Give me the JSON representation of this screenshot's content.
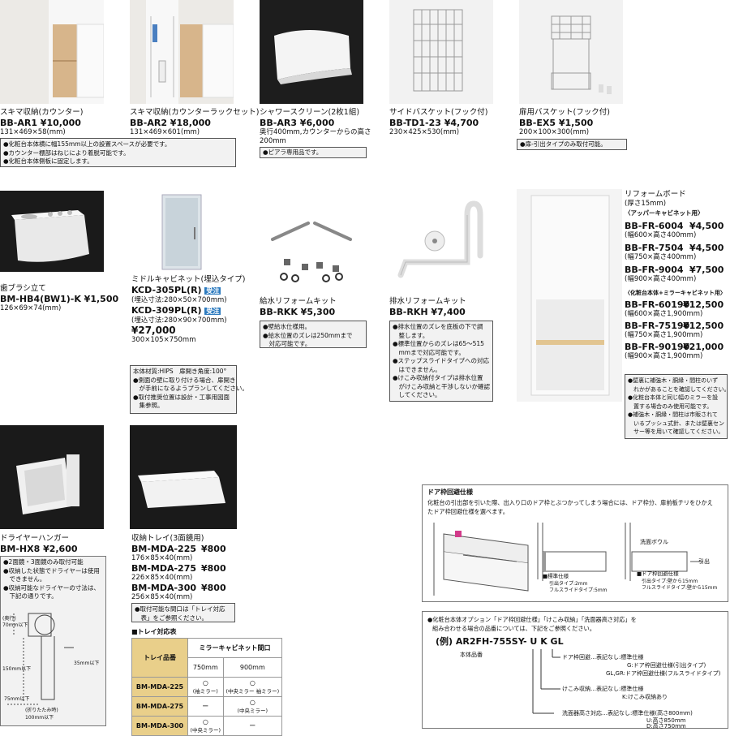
{
  "products_row1": [
    {
      "name": "スキマ収納(カウンター)",
      "code": "BB-AR1 ¥10,000",
      "dim": "131×469×58(mm)"
    },
    {
      "name": "スキマ収納(カウンターラックセット)",
      "code": "BB-AR2 ¥18,000",
      "dim": "131×469×601(mm)"
    },
    {
      "name": "シャワースクリーン(2枚1組)",
      "code": "BB-AR3 ¥6,000",
      "dim": "奥行400mm,カウンターからの高さ",
      "dim2": "200mm"
    },
    {
      "name": "サイドバスケット(フック付)",
      "code": "BB-TD1-23 ¥4,700",
      "dim": "230×425×530(mm)"
    },
    {
      "name": "扉用バスケット(フック付)",
      "code": "BB-EX5 ¥1,500",
      "dim": "200×100×300(mm)"
    }
  ],
  "notes_row1": {
    "ar": [
      "●化粧台本体横に幅155mm以上の設置スペースが必要です。",
      "●カウンター棚部はねじにより着脱可能です。",
      "●化粧台本体側板に固定します。"
    ],
    "ar3": "●ピアラ専用品です。",
    "ex5": "●扉-引出タイプのみ取付可能。"
  },
  "toothbrush": {
    "name": "歯ブラシ立て",
    "code": "BM-HB4(BW1)-K ¥1,500",
    "dim": "126×69×74(mm)"
  },
  "mirror_cab": {
    "name": "ミドルキャビネット(埋込タイプ)",
    "code1": "KCD-305PL(R)",
    "badge": "受注",
    "dim1": "(埋込寸法:280×50×700mm)",
    "code2": "KCD-309PL(R)",
    "dim2": "(埋込寸法:280×90×700mm)",
    "price": "¥27,000",
    "size": "300×105×750mm",
    "notes": [
      "本体材質:HIPS　扉開き角度:100°",
      "●側面の壁に取り付ける場合、扉開き",
      "　が手前になるようプランしてください。",
      "●取付推奨位置は設計・工事用図面",
      "　集参照。"
    ]
  },
  "supply_kit": {
    "name": "給水リフォームキット",
    "code": "BB-RKK ¥5,300",
    "notes": [
      "●壁給水仕様用。",
      "●給水位置のズレは250mmまで",
      "　対応可能です。"
    ]
  },
  "drain_kit": {
    "name": "排水リフォームキット",
    "code": "BB-RKH ¥7,400",
    "notes": [
      "●排水位置のズレを底板の下で調",
      "　整します。",
      "●標準位置からのズレは65～515",
      "　mmまで対応可能です。",
      "●ステップスライドタイプへの対応",
      "　はできません。",
      "●けこみ収納付タイプは排水位置",
      "　がけこみ収納と干渉しないか確認",
      "　してください。"
    ]
  },
  "reform_board": {
    "title": "リフォームボード",
    "thick": "(厚さ15mm)",
    "upper": "〈アッパーキャビネット用〉",
    "items_upper": [
      {
        "code": "BB-FR-6004",
        "price": "¥4,500",
        "dim": "(幅600×高さ400mm)"
      },
      {
        "code": "BB-FR-7504",
        "price": "¥4,500",
        "dim": "(幅750×高さ400mm)"
      },
      {
        "code": "BB-FR-9004",
        "price": "¥7,500",
        "dim": "(幅900×高さ400mm)"
      }
    ],
    "lower": "〈化粧台本体+ミラーキャビネット用〉",
    "items_lower": [
      {
        "code": "BB-FR-60190",
        "price": "¥12,500",
        "dim": "(幅600×高さ1,900mm)"
      },
      {
        "code": "BB-FR-75190",
        "price": "¥12,500",
        "dim": "(幅750×高さ1,900mm)"
      },
      {
        "code": "BB-FR-90190",
        "price": "¥21,000",
        "dim": "(幅900×高さ1,900mm)"
      }
    ],
    "notes": [
      "●壁裏に補強木・胴縁・間柱のいず",
      "　れかがあることを確認してください。",
      "●化粧台本体と同じ幅のミラーを設",
      "　置する場合のみ使用可能です。",
      "●補強木・胴縁・間柱は市販されて",
      "　いるプッシュ式針、または壁裏セン",
      "　サー等を用いて確認してください。"
    ]
  },
  "dryer": {
    "name": "ドライヤーハンガー",
    "code": "BM-HX8 ¥2,600",
    "notes": [
      "●2面鏡・3面鏡のみ取付可能",
      "●収納した状態でドライヤーは使用",
      "　できません。",
      "●収納可能なドライヤーの寸法は、",
      "　下記の通りです。"
    ],
    "diag": {
      "depth": "(奥行)",
      "d70": "70mm以下",
      "h150": "150mm以下",
      "w35": "35mm以下",
      "w75": "75mm以下",
      "fold": "(折りたたみ時)",
      "fold2": "100mm以下"
    }
  },
  "tray": {
    "name": "収納トレイ(3面鏡用)",
    "items": [
      {
        "code": "BM-MDA-225",
        "price": "¥800",
        "dim": "176×85×40(mm)"
      },
      {
        "code": "BM-MDA-275",
        "price": "¥800",
        "dim": "226×85×40(mm)"
      },
      {
        "code": "BM-MDA-300",
        "price": "¥800",
        "dim": "256×85×40(mm)"
      }
    ],
    "notes": [
      "●取付可能な間口は「トレイ対応",
      "　表」をご参照ください。"
    ],
    "table_title": "■トレイ対応表",
    "table": {
      "h1": "トレイ品番",
      "h2": "ミラーキャビネット間口",
      "c750": "750mm",
      "c900": "900mm",
      "rows": [
        {
          "code": "BM-MDA-225",
          "a": "○",
          "a2": "(袖ミラー)",
          "b": "○",
          "b2": "(中央ミラー 袖ミラー)"
        },
        {
          "code": "BM-MDA-275",
          "a": "ー",
          "a2": "",
          "b": "○",
          "b2": "(中央ミラー)"
        },
        {
          "code": "BM-MDA-300",
          "a": "○",
          "a2": "(中央ミラー)",
          "b": "ー",
          "b2": ""
        }
      ]
    }
  },
  "door_frame": {
    "title": "ドア枠回避仕様",
    "desc1": "化粧台の引出部を引いた際、出入り口のドア枠とぶつかってしまう場合には、ドア枠分、扉前板チリをひかえ",
    "desc2": "たドア枠回避仕様を選べます。",
    "bowl": "洗面ボウル",
    "pull": "引出",
    "std": "■標準仕様",
    "std1": "引出タイプ:2mm",
    "std2": "フルスライドタイプ:5mm",
    "avoid": "■ドア枠回避仕様",
    "avoid1": "引出タイプ:壁から15mm",
    "avoid2": "フルスライドタイプ:壁から15mm"
  },
  "option": {
    "intro1": "●化粧台本体オプション「ドア枠回避仕様」「けこみ収納」「洗面器高さ対応」を",
    "intro2": "組み合わせる場合の品番については、下記をご参照ください。",
    "example": "(例) AR2FH-755SY- U K GL",
    "body": "本体品番",
    "l1": "ドア枠回避…表記なし:標準仕様",
    "l1b": "G:ドア枠回避仕様(引出タイプ)",
    "l1c": "GL,GR:ドア枠回避仕様(フルスライドタイプ)",
    "l2": "けこみ収納…表記なし:標準仕様",
    "l2b": "K:けこみ収納あり",
    "l3": "洗面器高さ対応…表記なし:標準仕様(高さ800mm)",
    "l3b": "U:高さ850mm",
    "l3c": "D:高さ750mm"
  }
}
